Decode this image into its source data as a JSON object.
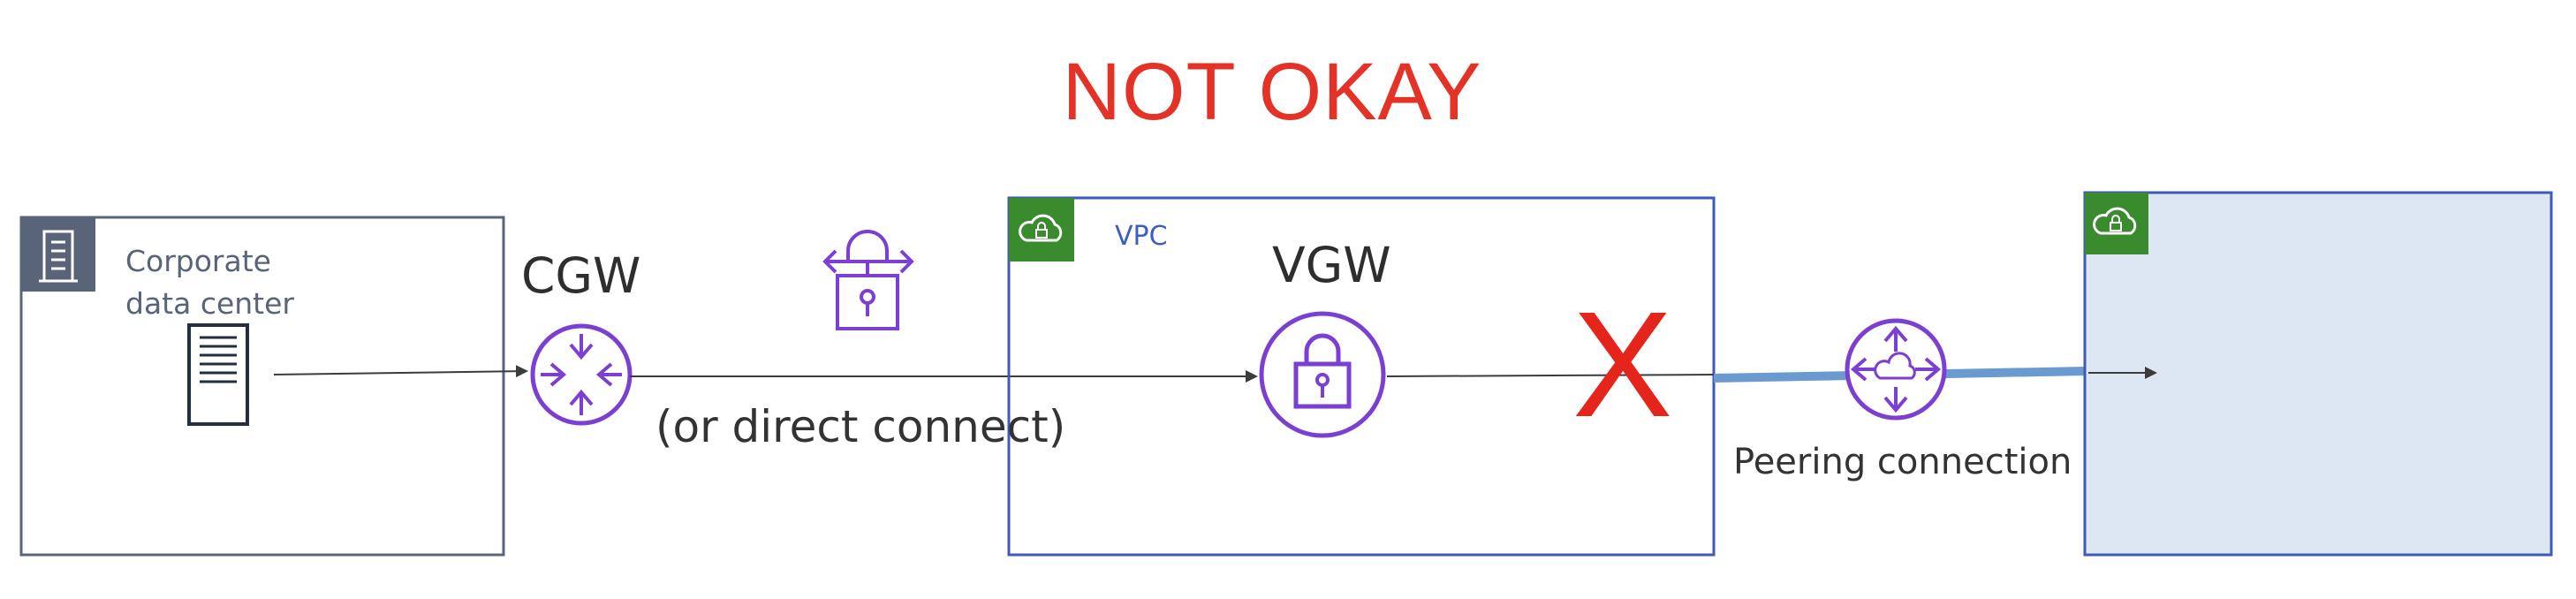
{
  "title": "NOT OKAY",
  "corporate": {
    "label_line1": "Corporate",
    "label_line2": "data center"
  },
  "cgw": {
    "label": "CGW"
  },
  "vgw": {
    "label": "VGW"
  },
  "vpc": {
    "label": "VPC"
  },
  "direct_connect": {
    "label": "(or direct connect)"
  },
  "peering": {
    "label": "Peering connection"
  },
  "blocked_mark": "X",
  "colors": {
    "title": "#e53226",
    "x_mark": "#e5251c",
    "box_border": "#3f5ab5",
    "vpc_badge": "#3a8a2e",
    "corp_badge": "#5a6478",
    "icon_purple": "#7b3fd1",
    "peering_line": "#6a9ad0",
    "peered_vpc_fill": "#dde7f3"
  },
  "icons": [
    "building-icon",
    "server-icon",
    "router-icon",
    "vpn-lock-icon",
    "cloud-lock-icon",
    "peering-router-icon"
  ]
}
